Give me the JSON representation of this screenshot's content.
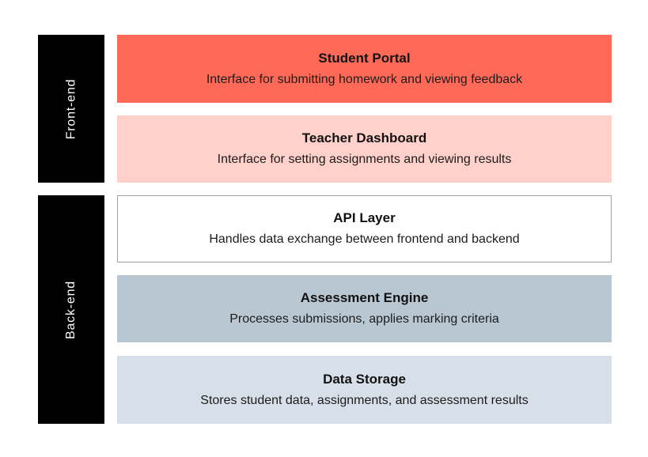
{
  "page": {
    "background": "#ffffff"
  },
  "groups": [
    {
      "label": "Front-end",
      "bg": "#000000",
      "text_color": "#ffffff"
    },
    {
      "label": "Back-end",
      "bg": "#000000",
      "text_color": "#ffffff"
    }
  ],
  "layers": [
    {
      "title": "Student Portal",
      "description": "Interface for submitting homework and viewing feedback",
      "bg": "#ff6a58"
    },
    {
      "title": "Teacher Dashboard",
      "description": "Interface for setting assignments and viewing results",
      "bg": "#ffd1ca"
    },
    {
      "title": "API Layer",
      "description": "Handles data exchange between frontend and backend",
      "bg": "#ffffff",
      "border_color": "#9e9e9e"
    },
    {
      "title": "Assessment Engine",
      "description": "Processes submissions, applies marking criteria",
      "bg": "#b9c7d2"
    },
    {
      "title": "Data Storage",
      "description": "Stores student data, assignments, and assessment results",
      "bg": "#d7e0e8"
    }
  ]
}
